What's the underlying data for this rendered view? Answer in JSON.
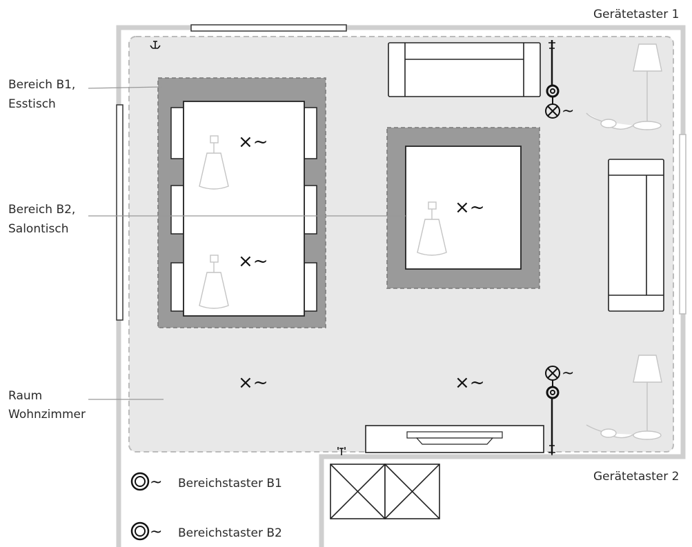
{
  "labels": {
    "geraetetaster_1": "Gerätetaster 1",
    "geraetetaster_2": "Gerätetaster 2",
    "bereich_b1_line1": "Bereich B1,",
    "bereich_b1_line2": "Esstisch",
    "bereich_b2_line1": "Bereich B2,",
    "bereich_b2_line2": "Salontisch",
    "raum_line1": "Raum",
    "raum_line2": "Wohnzimmer",
    "legend_b1": "Bereichstaster B1",
    "legend_b2": "Bereichstaster B2"
  },
  "symbols": {
    "consumer": "×~",
    "wave": "~"
  },
  "colors": {
    "room_fill": "#e8e8e8",
    "area_fill": "#9a9a9a",
    "wall": "#cfcfcf",
    "furniture_stroke": "#222222",
    "lamp_stroke": "#bdbdbd"
  }
}
